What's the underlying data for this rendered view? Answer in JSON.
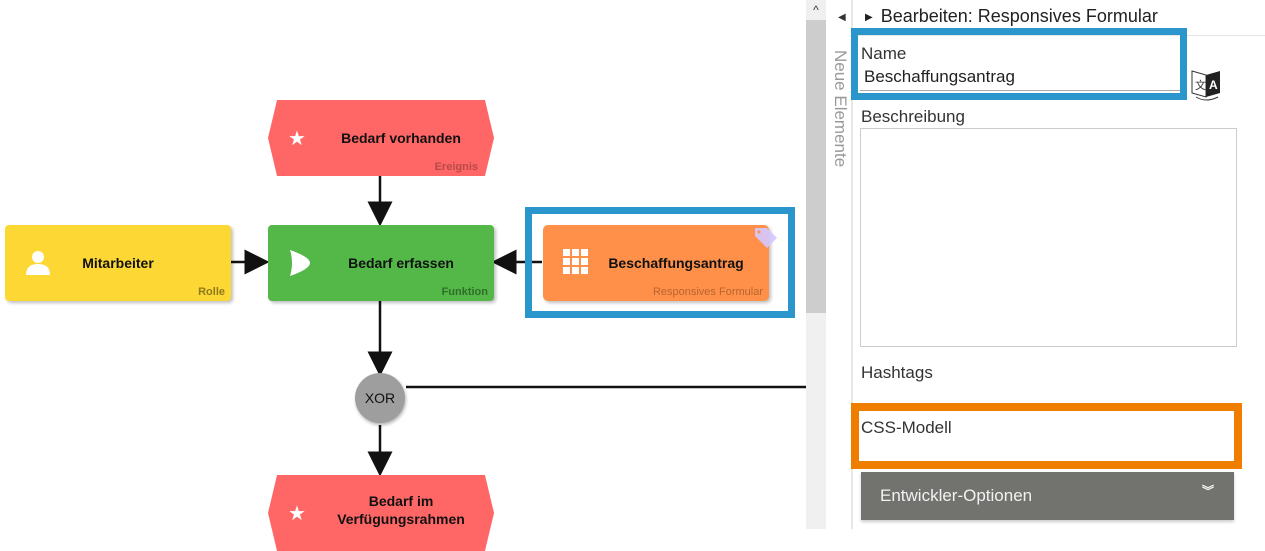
{
  "diagram": {
    "nodes": [
      {
        "id": "bedarf-vorhanden",
        "title": "Bedarf vorhanden",
        "type": "Ereignis",
        "icon": "star-icon",
        "color": "#ff6666"
      },
      {
        "id": "mitarbeiter",
        "title": "Mitarbeiter",
        "type": "Rolle",
        "icon": "person-icon",
        "color": "#fdd835"
      },
      {
        "id": "bedarf-erfassen",
        "title": "Bedarf erfassen",
        "type": "Funktion",
        "icon": "play-icon",
        "color": "#54b848"
      },
      {
        "id": "beschaffungsantrag",
        "title": "Beschaffungsantrag",
        "type": "Responsives Formular",
        "icon": "grid-icon",
        "color": "#ff904a"
      },
      {
        "id": "xor",
        "title": "XOR",
        "color": "#9e9e9e"
      },
      {
        "id": "bedarf-im-rahmen",
        "title": "Bedarf im Verfügungsrahmen",
        "title_lines": [
          "Bedarf im",
          "Verfügungsrahmen"
        ],
        "icon": "star-icon",
        "color": "#ff6666"
      }
    ],
    "selection_color": "#2a96cc"
  },
  "sidebar": {
    "collapsed_label": "Neue Elemente"
  },
  "panel": {
    "title": "Bearbeiten: Responsives Formular",
    "name_label": "Name",
    "name_value": "Beschaffungsantrag",
    "description_label": "Beschreibung",
    "hashtags_label": "Hashtags",
    "css_label": "CSS-Modell",
    "developer_options": "Entwickler-Optionen",
    "highlight_color": "#ef7d00"
  }
}
